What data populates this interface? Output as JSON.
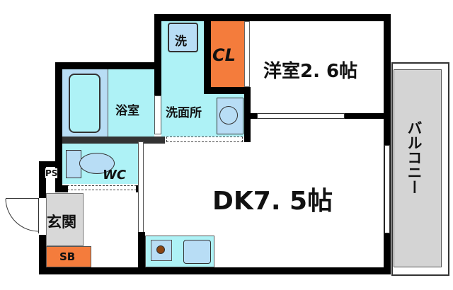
{
  "rooms": {
    "western_room": "洋室2. 6帖",
    "closet": "CL",
    "laundry": "洗",
    "washroom": "洗面所",
    "bathroom": "浴室",
    "toilet": "WC",
    "pipe_space": "PS",
    "entrance": "玄関",
    "shoe_box": "SB",
    "dining_kitchen": "DK7. 5帖",
    "balcony": "バルコニー"
  },
  "colors": {
    "wall": "#000000",
    "water_area": "#aef2f6",
    "fixture": "#b8ddf5",
    "storage": "#f47c3c",
    "floor_gray": "#d8d8d8",
    "balcony": "#d4d4d4"
  }
}
